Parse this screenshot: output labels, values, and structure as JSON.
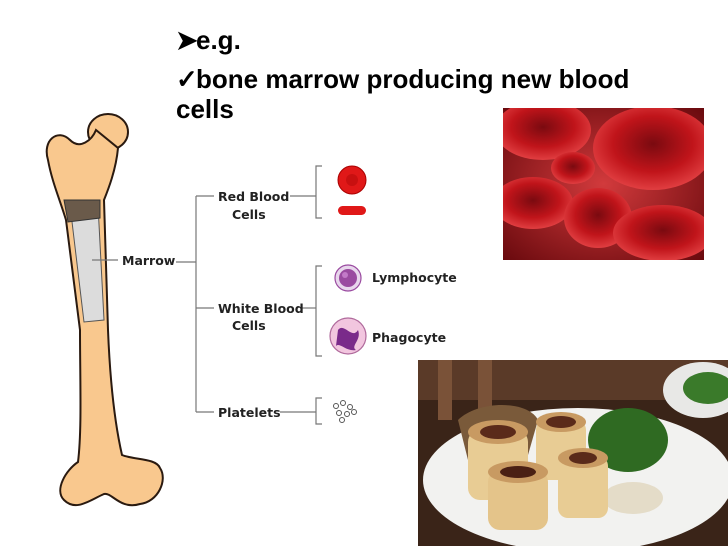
{
  "bullets": {
    "first": "e.g.",
    "second": "bone marrow producing new blood cells"
  },
  "diagram": {
    "marrow": "Marrow",
    "red_line1": "Red Blood",
    "red_line2": "Cells",
    "white_line1": "White Blood",
    "white_line2": "Cells",
    "platelets": "Platelets",
    "lymphocyte": "Lymphocyte",
    "phagocyte": "Phagocyte"
  },
  "colors": {
    "bone": "#f9c88e",
    "bone_outline": "#2a1a10",
    "red_cell": "#e01818",
    "photo_red": "#c0141a",
    "white_cell_purple": "#9a4aa0"
  }
}
